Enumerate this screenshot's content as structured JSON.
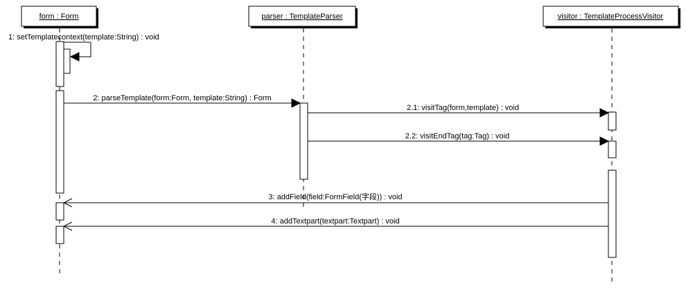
{
  "lifelines": [
    {
      "id": "form",
      "label": "form : Form"
    },
    {
      "id": "parser",
      "label": "parser : TemplateParser"
    },
    {
      "id": "visitor",
      "label": "visitor : TemplateProcessVisitor"
    }
  ],
  "messages": [
    {
      "id": "m1",
      "label": "1: setTemplatecontext(template:String) : void"
    },
    {
      "id": "m2",
      "label": "2: parseTemplate(form:Form, template:String) : Form"
    },
    {
      "id": "m21",
      "label": "2.1: visitTag(form,template) : void"
    },
    {
      "id": "m22",
      "label": "2.2: visitEndTag(tag:Tag) : void"
    },
    {
      "id": "m3",
      "label": "3: addField(field:FormField(字段)) : void"
    },
    {
      "id": "m4",
      "label": "4: addTextpart(textpart:Textpart) : void"
    }
  ]
}
